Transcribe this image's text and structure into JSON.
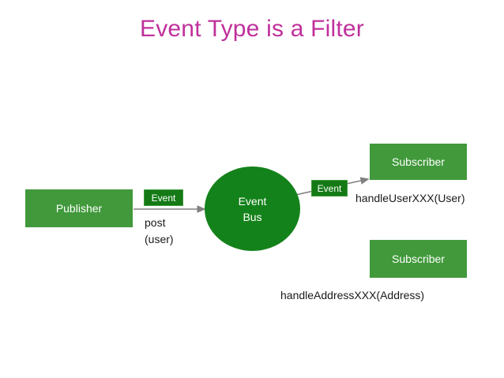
{
  "slide": {
    "title": "Event Type is a Filter",
    "background_color": "#ffffff",
    "title_color": "#c0309b"
  },
  "palette": {
    "box_green": "#41993b",
    "circle_green": "#14821a",
    "pill_green": "#157a16",
    "pill_border": "#3f9a3a",
    "arrow_gray": "#808080",
    "text_dark": "#1a1a1a",
    "text_light": "#ffffff"
  },
  "diagram": {
    "type": "flow",
    "nodes": {
      "publisher": {
        "label": "Publisher",
        "shape": "rectangle"
      },
      "event_bus": {
        "label_line1": "Event",
        "label_line2": "Bus",
        "shape": "ellipse"
      },
      "subscriber_top": {
        "label": "Subscriber",
        "shape": "rectangle"
      },
      "subscriber_bottom": {
        "label": "Subscriber",
        "shape": "rectangle"
      }
    },
    "edge_labels": {
      "publisher_to_bus": "Event",
      "bus_to_subscriber_top": "Event"
    },
    "annotations": {
      "post_user": "post\n(user)",
      "handle_user": "handleUserXXX(User)",
      "handle_address": "handleAddressXXX(Address)"
    }
  }
}
